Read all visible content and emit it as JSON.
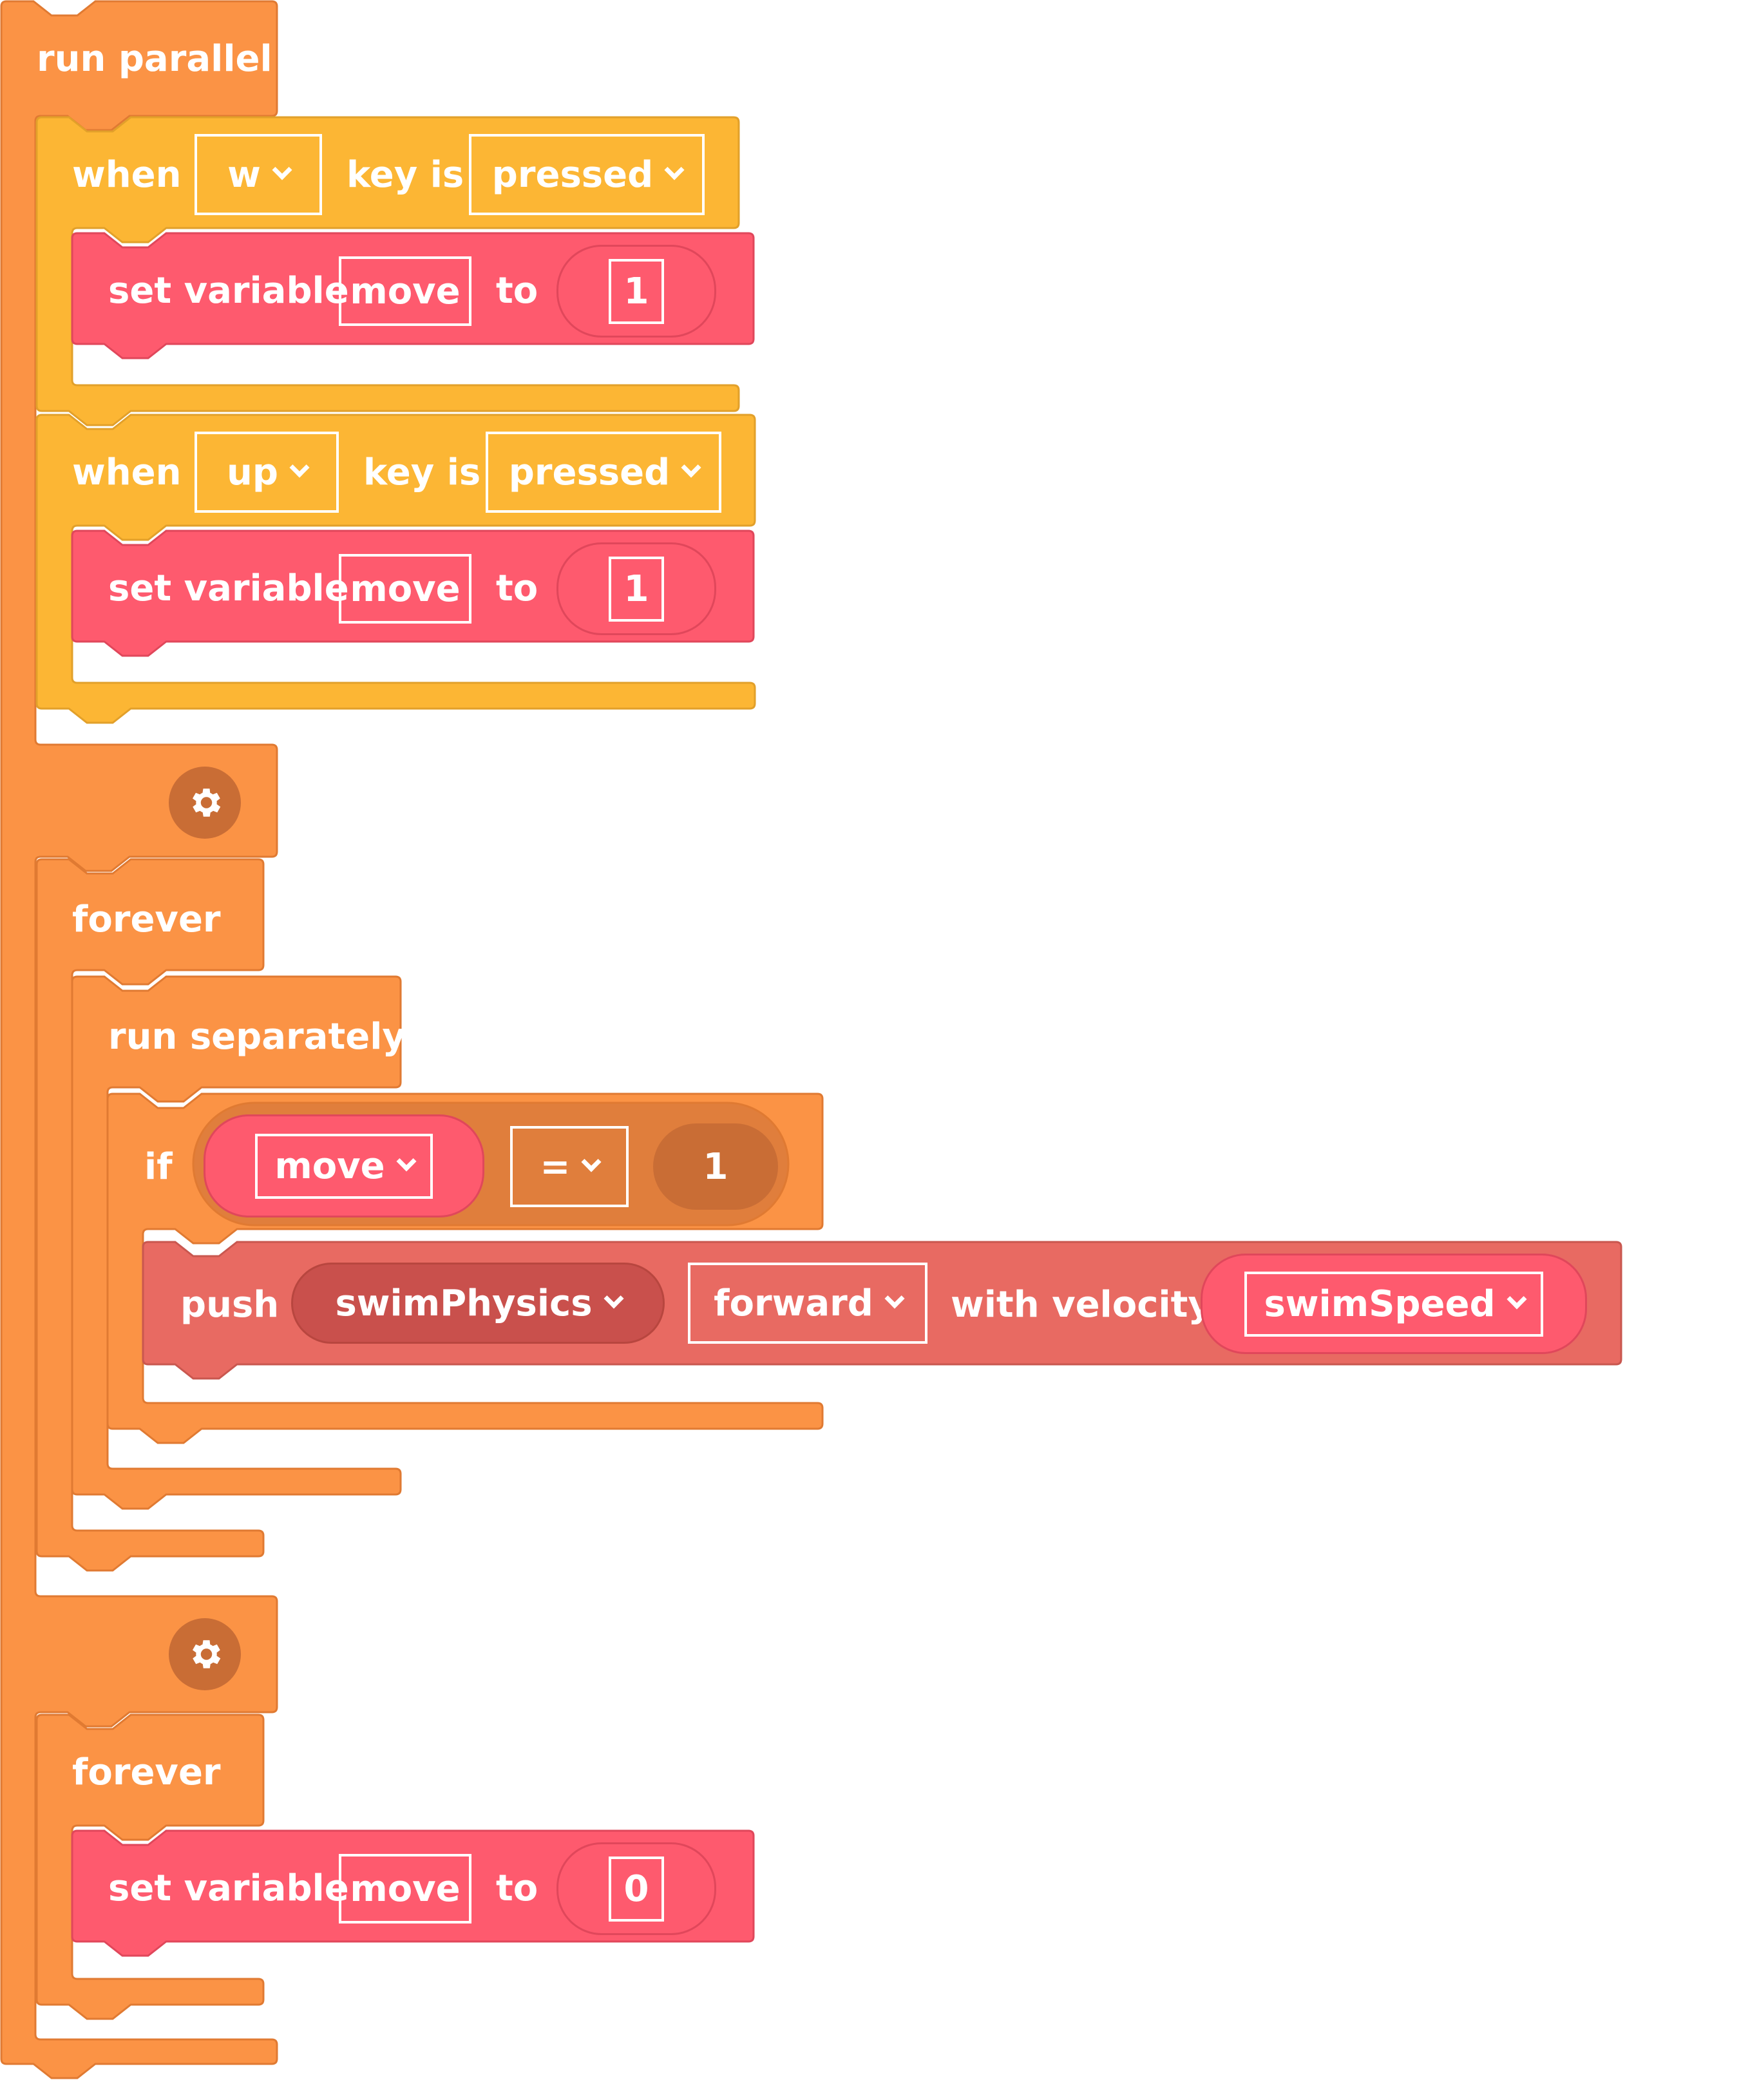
{
  "colors": {
    "control": "#fb9345",
    "control_dark": "#c96d35",
    "control_inner": "#e07e3c",
    "event": "#fcb634",
    "variable": "#fe5a6e",
    "physics": "#e86a62",
    "physics_dark": "#c9504c",
    "outline_control": "#e07a32",
    "outline_event": "#e2a02a",
    "outline_variable": "#e0475b",
    "outline_physics": "#c9574f"
  },
  "run_parallel": {
    "label": "run parallel",
    "gear_icon": "gear-icon"
  },
  "event_w": {
    "when": "when",
    "key": "w",
    "key_is": "key is",
    "state": "pressed",
    "set": {
      "label": "set variable",
      "variable": "move",
      "to": "to",
      "value": "1"
    }
  },
  "event_up": {
    "when": "when",
    "key": "up",
    "key_is": "key is",
    "state": "pressed",
    "set": {
      "label": "set variable",
      "variable": "move",
      "to": "to",
      "value": "1"
    }
  },
  "forever_1": {
    "label": "forever",
    "run_separately": {
      "label": "run separately",
      "if": {
        "label": "if",
        "variable": "move",
        "operator": "=",
        "value": "1",
        "push": {
          "label": "push",
          "object": "swimPhysics",
          "direction": "forward",
          "with_velocity": "with velocity",
          "velocity": "swimSpeed"
        }
      }
    }
  },
  "forever_2": {
    "label": "forever",
    "set": {
      "label": "set variable",
      "variable": "move",
      "to": "to",
      "value": "0"
    }
  }
}
